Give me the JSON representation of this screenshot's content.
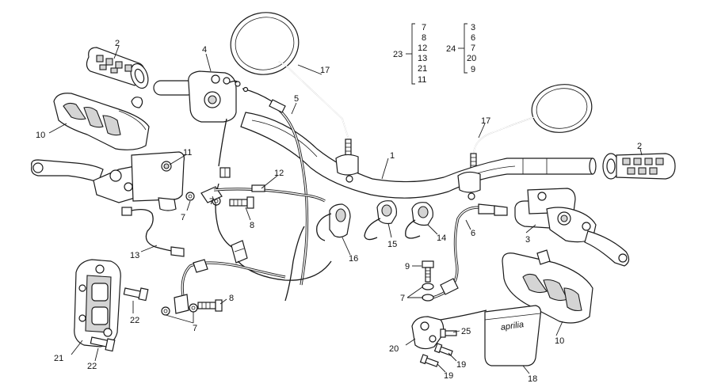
{
  "callouts": {
    "c1": "1",
    "c2a": "2",
    "c2b": "2",
    "c3": "3",
    "c4": "4",
    "c5": "5",
    "c6": "6",
    "c7a": "7",
    "c7b": "7",
    "c7c": "7",
    "c7d": "7",
    "c8a": "8",
    "c8b": "8",
    "c9": "9",
    "c10a": "10",
    "c10b": "10",
    "c11": "11",
    "c12": "12",
    "c13": "13",
    "c14": "14",
    "c15": "15",
    "c16": "16",
    "c17a": "17",
    "c17b": "17",
    "c18": "18",
    "c19a": "19",
    "c19b": "19",
    "c20": "20",
    "c21": "21",
    "c22a": "22",
    "c22b": "22",
    "c25": "25"
  },
  "kits": {
    "kit23": {
      "label": "23",
      "items": [
        "7",
        "8",
        "12",
        "13",
        "21",
        "11"
      ]
    },
    "kit24": {
      "label": "24",
      "items": [
        "3",
        "6",
        "7",
        "20",
        "9"
      ]
    }
  },
  "bag_logo": "aprilia"
}
